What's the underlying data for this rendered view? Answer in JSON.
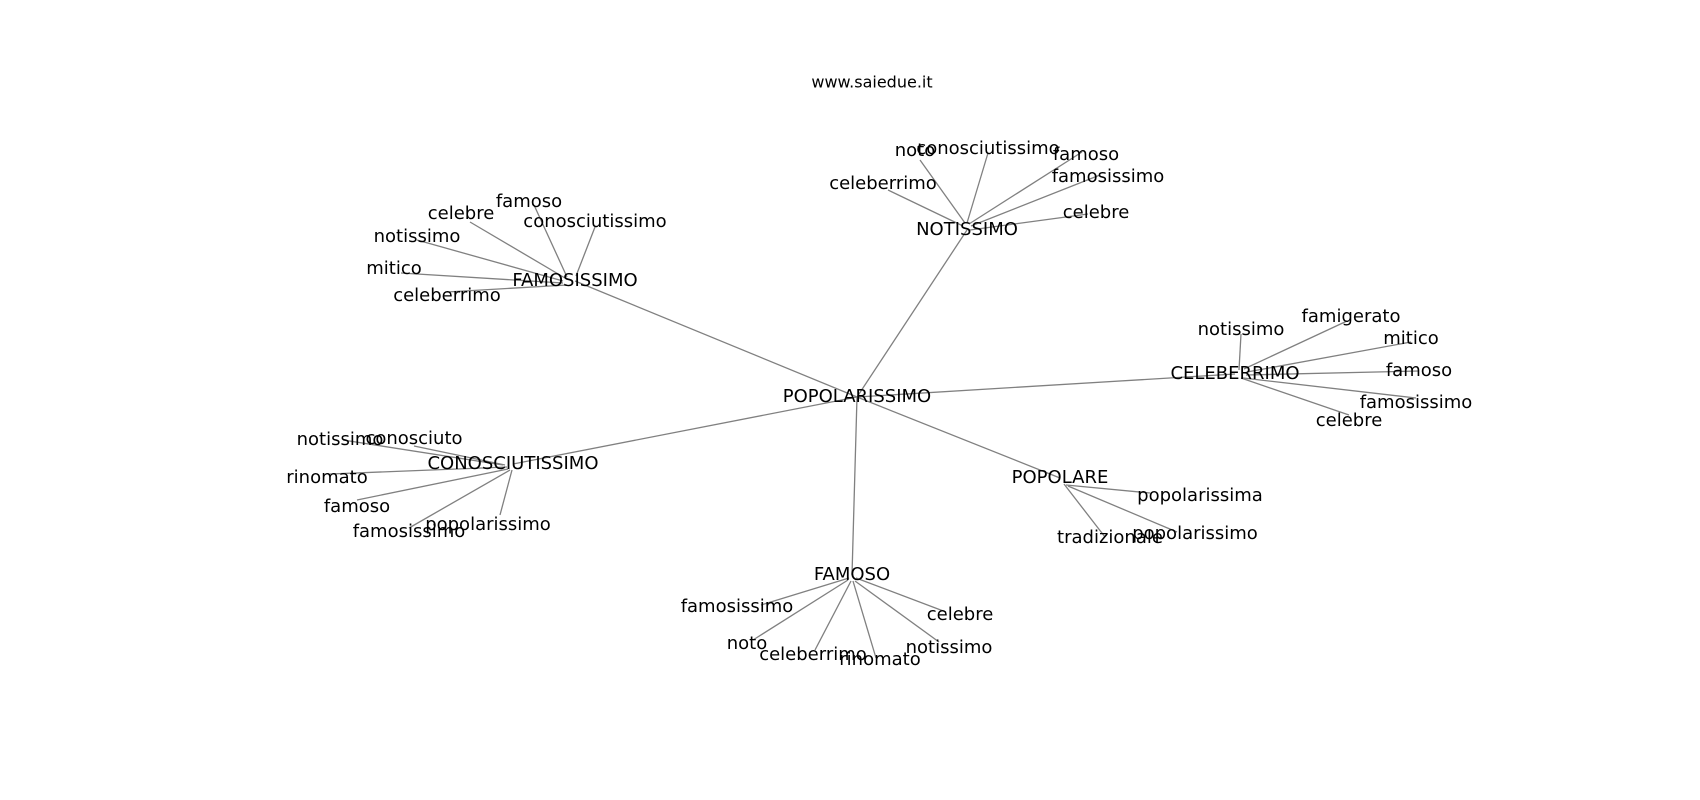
{
  "site_label": "www.saiedue.it",
  "graph": {
    "center": "POPOLARISSIMO",
    "clusters": [
      {
        "label": "NOTISSIMO",
        "children": [
          "noto",
          "conosciutissimo",
          "famoso",
          "famosissimo",
          "celeberrimo",
          "celebre"
        ]
      },
      {
        "label": "FAMOSISSIMO",
        "children": [
          "celebre",
          "famoso",
          "conosciutissimo",
          "notissimo",
          "mitico",
          "celeberrimo"
        ]
      },
      {
        "label": "CELEBERRIMO",
        "children": [
          "notissimo",
          "famigerato",
          "mitico",
          "famoso",
          "famosissimo",
          "celebre"
        ]
      },
      {
        "label": "CONOSCIUTISSIMO",
        "children": [
          "notissimo",
          "conosciuto",
          "rinomato",
          "famoso",
          "famosissimo",
          "popolarissimo"
        ]
      },
      {
        "label": "POPOLARE",
        "children": [
          "popolarissima",
          "popolarissimo",
          "tradizionale"
        ]
      },
      {
        "label": "FAMOSO",
        "children": [
          "famosissimo",
          "celebre",
          "noto",
          "celeberrimo",
          "rinomato",
          "notissimo"
        ]
      }
    ]
  }
}
